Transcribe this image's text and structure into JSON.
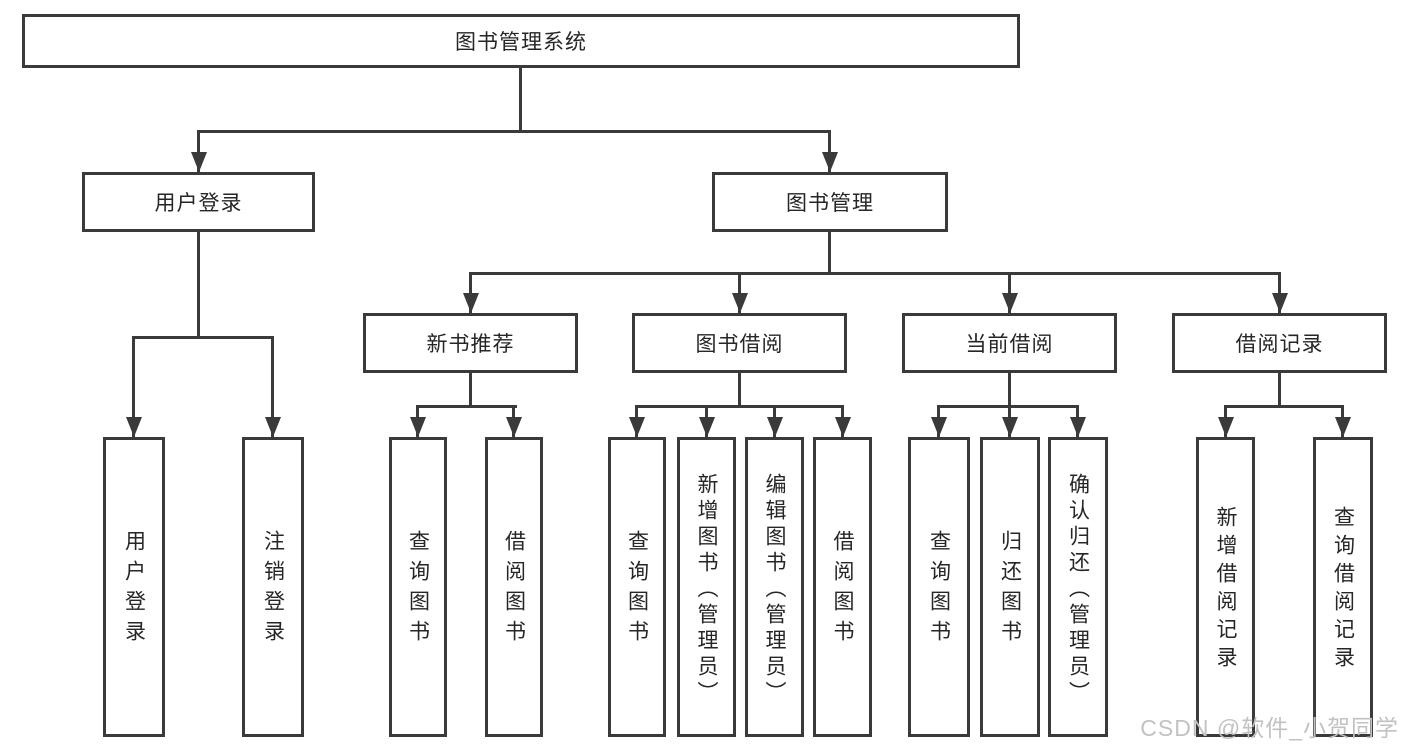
{
  "nodes": {
    "root": "图书管理系统",
    "user_login": "用户登录",
    "book_management": "图书管理",
    "new_book_recommend": "新书推荐",
    "book_borrow": "图书借阅",
    "current_borrow": "当前借阅",
    "borrow_records": "借阅记录",
    "leaf_user_login": "用户登录",
    "leaf_logout": "注销登录",
    "recommend_query_book": "查询图书",
    "recommend_borrow_book": "借阅图书",
    "borrow_query_book": "查询图书",
    "borrow_add_book_admin": "新增图书（管理员）",
    "borrow_edit_book_admin": "编辑图书（管理员）",
    "borrow_borrow_book": "借阅图书",
    "current_query_book": "查询图书",
    "current_return_book": "归还图书",
    "current_confirm_return_admin": "确认归还（管理员）",
    "records_add_record": "新增借阅记录",
    "records_query_record": "查询借阅记录"
  },
  "watermark": {
    "text": "CSDN @软件_小贺同学"
  },
  "colors": {
    "line": "#3a3a3a",
    "text": "#262626",
    "watermark": "#c2c2c2",
    "background": "#ffffff"
  }
}
